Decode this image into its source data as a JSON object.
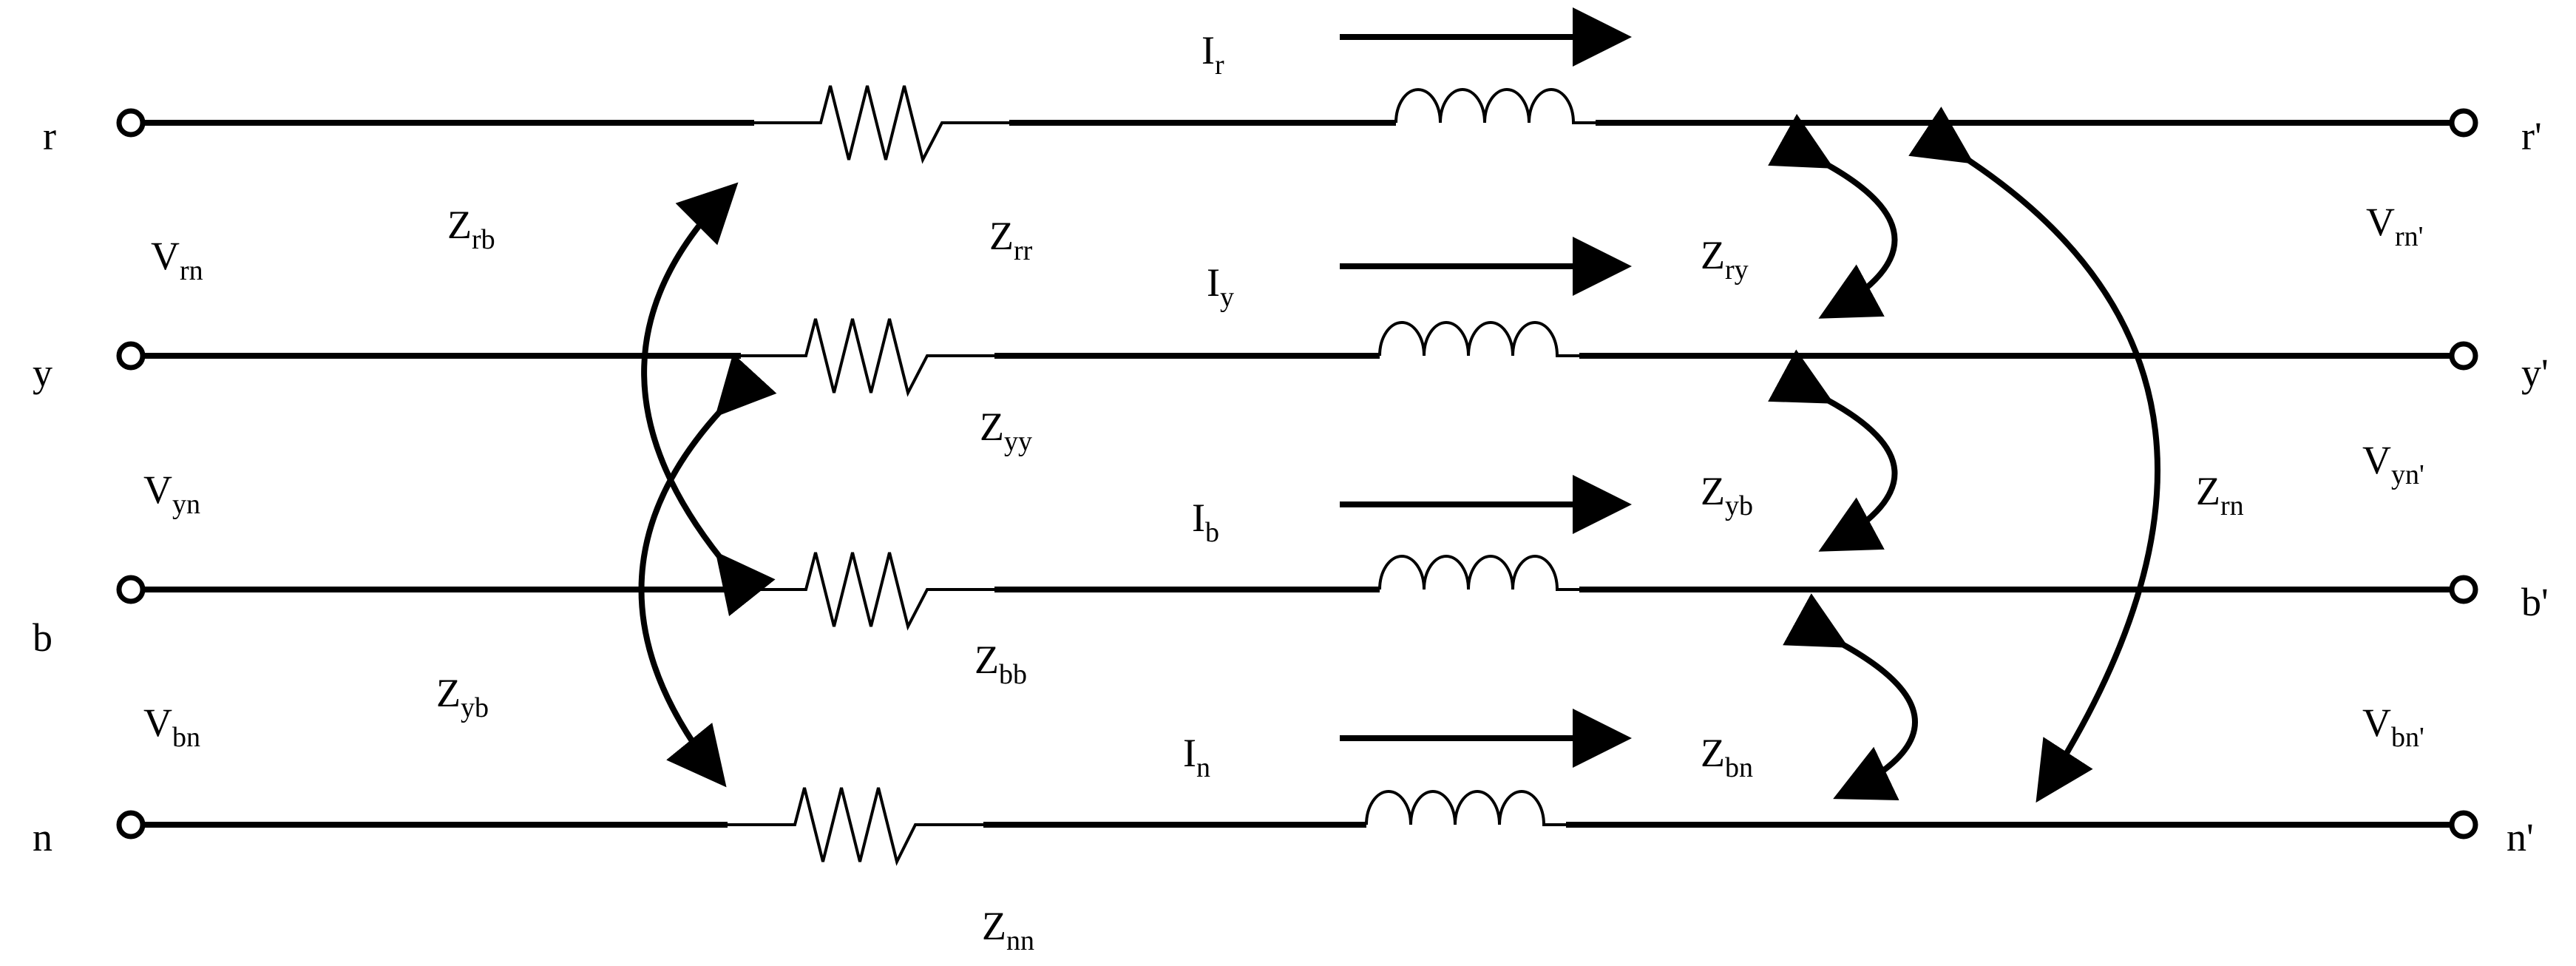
{
  "lines": [
    {
      "id": "r",
      "left_label": "r",
      "right_label": "r'",
      "current": {
        "main": "I",
        "sub": "r"
      },
      "self_impedance": {
        "main": "Z",
        "sub": "rr"
      }
    },
    {
      "id": "y",
      "left_label": "y",
      "right_label": "y'",
      "current": {
        "main": "I",
        "sub": "y"
      },
      "self_impedance": {
        "main": "Z",
        "sub": "yy"
      }
    },
    {
      "id": "b",
      "left_label": "b",
      "right_label": "b'",
      "current": {
        "main": "I",
        "sub": "b"
      },
      "self_impedance": {
        "main": "Z",
        "sub": "bb"
      }
    },
    {
      "id": "n",
      "left_label": "n",
      "right_label": "n'",
      "current": {
        "main": "I",
        "sub": "n"
      },
      "self_impedance": {
        "main": "Z",
        "sub": "nn"
      }
    }
  ],
  "voltages_left": [
    {
      "main": "V",
      "sub": "rn"
    },
    {
      "main": "V",
      "sub": "yn"
    },
    {
      "main": "V",
      "sub": "bn"
    }
  ],
  "voltages_right": [
    {
      "main": "V",
      "sub": "rn'"
    },
    {
      "main": "V",
      "sub": "yn'"
    },
    {
      "main": "V",
      "sub": "bn'"
    }
  ],
  "mutual_left": [
    {
      "main": "Z",
      "sub": "rb"
    },
    {
      "main": "Z",
      "sub": "yb"
    }
  ],
  "mutual_right": [
    {
      "main": "Z",
      "sub": "ry"
    },
    {
      "main": "Z",
      "sub": "yb"
    },
    {
      "main": "Z",
      "sub": "bn"
    },
    {
      "main": "Z",
      "sub": "rn"
    }
  ],
  "colors": {
    "stroke": "#000000",
    "background": "#ffffff"
  }
}
